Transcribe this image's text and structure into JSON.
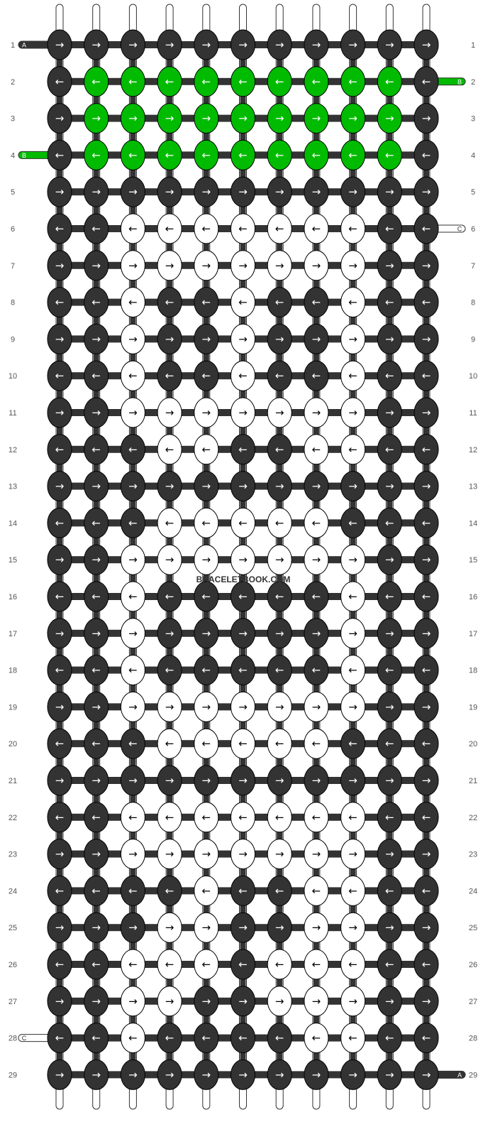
{
  "watermark": "BRACELETBOOK.COM",
  "colors": {
    "A": "#333333",
    "B": "#00bb00",
    "C": "#ffffff"
  },
  "strings": {
    "left_start": [
      "A",
      "",
      "",
      "B",
      "",
      "",
      "",
      "",
      "",
      "",
      "",
      "",
      "",
      "",
      "",
      "",
      "",
      "",
      "",
      "",
      "",
      "",
      "",
      "",
      "",
      "",
      "",
      "C",
      ""
    ],
    "right_start": [
      "",
      "B",
      "",
      "",
      "",
      "C",
      "",
      "",
      "",
      "",
      "",
      "",
      "",
      "",
      "",
      "",
      "",
      "",
      "",
      "",
      "",
      "",
      "",
      "",
      "",
      "",
      "",
      "",
      "A"
    ]
  },
  "row_numbers": [
    "1",
    "2",
    "3",
    "4",
    "5",
    "6",
    "7",
    "8",
    "9",
    "10",
    "11",
    "12",
    "13",
    "14",
    "15",
    "16",
    "17",
    "18",
    "19",
    "20",
    "21",
    "22",
    "23",
    "24",
    "25",
    "26",
    "27",
    "28",
    "29"
  ],
  "rows": [
    "AAAAAAAAAAA",
    "ABBBBBBBBBA",
    "ABBBBBBBBBA",
    "ABBBBBBBBBA",
    "AAAAAAAAAAA",
    "AACCCCCCCAA",
    "AACCCCCCCAA",
    "AACAACAACAA",
    "AACAACAACAA",
    "AACAACAACAA",
    "AACCCCCCCAA",
    "AAACCAACCAA",
    "AAAAAAAAAAA",
    "AAACCCCCAAA",
    "AACCCCCCCAA",
    "AACAAAAACAA",
    "AACAAAAACAA",
    "AACAAAAACAA",
    "AACCCCCCCAA",
    "AAACCCCCAAA",
    "AAAAAAAAAAA",
    "AACCCCCCCAA",
    "AACCCCCCCAA",
    "AAAACAACCAA",
    "AAACCAACCAA",
    "AACCCACCCAA",
    "AACCAACCCAA",
    "AACAAAACCAA",
    "AAAAAAAAAAA"
  ]
}
